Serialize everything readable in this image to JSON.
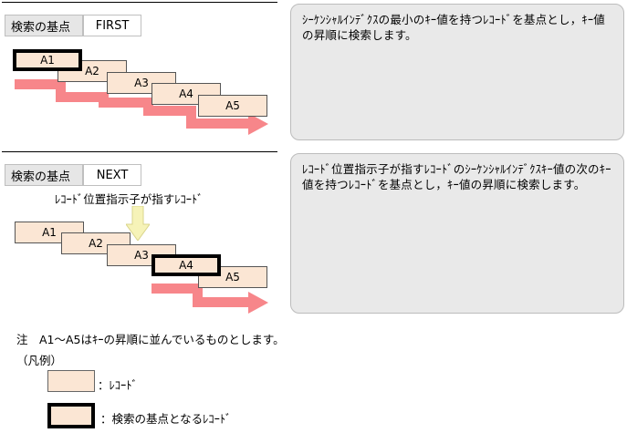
{
  "section1": {
    "key_label": "検索の基点",
    "value_label": "FIRST",
    "description": "ｼｰｹﾝｼｬﾙｲﾝﾃﾞｸｽの最小のｷｰ値を持つﾚｺｰﾄﾞを基点とし，ｷｰ値の昇順に検索します。",
    "records": [
      "A1",
      "A2",
      "A3",
      "A4",
      "A5"
    ]
  },
  "section2": {
    "key_label": "検索の基点",
    "value_label": "NEXT",
    "pointer_label": "ﾚｺｰﾄﾞ位置指示子が指すﾚｺｰﾄﾞ",
    "description": "ﾚｺｰﾄﾞ位置指示子が指すﾚｺｰﾄﾞのｼｰｹﾝｼｬﾙｲﾝﾃﾞｸｽｷｰ値の次のｷｰ値を持つﾚｺｰﾄﾞを基点とし，ｷｰ値の昇順に検索します。",
    "records": [
      "A1",
      "A2",
      "A3",
      "A4",
      "A5"
    ]
  },
  "note": "注　A1～A5はｷｰの昇順に並んでいるものとします。",
  "legend": {
    "title": "（凡例）",
    "record": "：ﾚｺｰﾄﾞ",
    "base_record": "：検索の基点となるﾚｺｰﾄﾞ"
  },
  "colors": {
    "record_fill": "#fbe6d4",
    "arrow": "#f7868a",
    "panel": "#e9e9e9",
    "pointer_arrow": "#f6f3b8"
  }
}
